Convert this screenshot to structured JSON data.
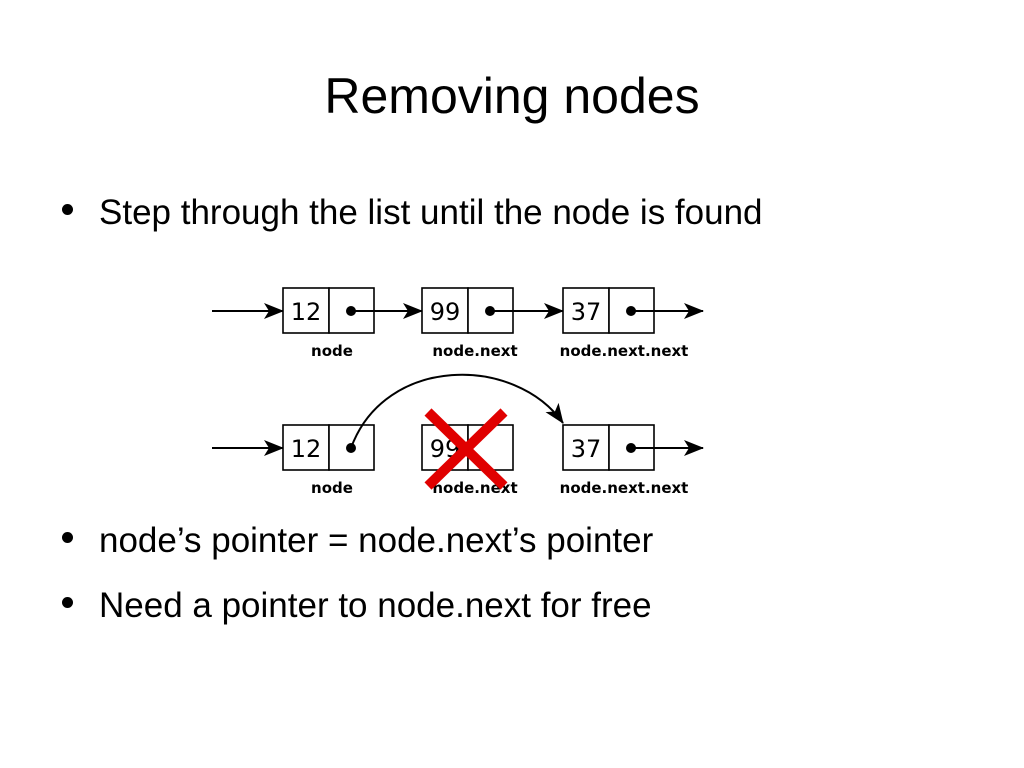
{
  "title": "Removing nodes",
  "bullets": [
    "Step through the list until the node is found",
    "node’s pointer = node.next’s pointer",
    "Need a pointer to node.next for free"
  ],
  "diagram": {
    "before": {
      "nodes": [
        {
          "value": "12",
          "label": "node"
        },
        {
          "value": "99",
          "label": "node.next"
        },
        {
          "value": "37",
          "label": "node.next.next"
        }
      ]
    },
    "after": {
      "nodes": [
        {
          "value": "12",
          "label": "node"
        },
        {
          "value": "99",
          "label": "node.next"
        },
        {
          "value": "37",
          "label": "node.next.next"
        }
      ]
    },
    "colors": {
      "stroke": "#000000",
      "removed_mark": "#e00000"
    }
  }
}
